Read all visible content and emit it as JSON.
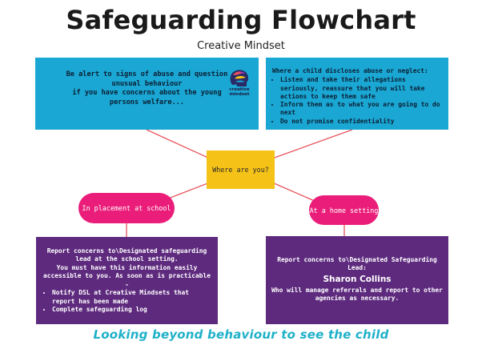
{
  "header": {
    "title": "Safeguarding Flowchart",
    "subtitle": "Creative Mindset"
  },
  "logo": {
    "line1": "creative",
    "line2": "mindset"
  },
  "alert_box": {
    "line1": "Be alert to signs of abuse and question",
    "line2": "unusual behaviour",
    "line3": "if you have concerns about the young",
    "line4": "persons welfare..."
  },
  "disclosure_box": {
    "heading": "Where a child discloses abuse or neglect:",
    "items": [
      "Listen and take their allegations seriously, reassure that you will take actions to keep them safe",
      "Inform them as to what you are going to do next",
      "Do not promise confidentiality"
    ]
  },
  "decision": {
    "label": "Where are you?"
  },
  "branches": {
    "school_label": "In placement at school",
    "home_label": "At a home setting"
  },
  "school_box": {
    "line1": "Report concerns to\\Designated safeguarding",
    "line2": "lead at the school setting.",
    "line3": "You must have this information easily",
    "line4": "accessible to you. As soon as is practicable -",
    "items": [
      "Notify DSL at Creative Mindsets that report has been made",
      "Complete safeguarding log"
    ]
  },
  "home_box": {
    "line1": "Report concerns to\\Designated Safeguarding",
    "line2": "Lead:",
    "name": "Sharon Collins",
    "line3": "Who will manage referrals and report to other",
    "line4": "agencies as necessary."
  },
  "footer": {
    "tagline": "Looking beyond behaviour to see the child"
  },
  "colors": {
    "blue_box": "#1aa7d4",
    "decision": "#f5c217",
    "pill": "#ea1e7a",
    "purple_box": "#5e2a7e",
    "connector": "#e8545c",
    "tagline": "#1fb1c9"
  }
}
